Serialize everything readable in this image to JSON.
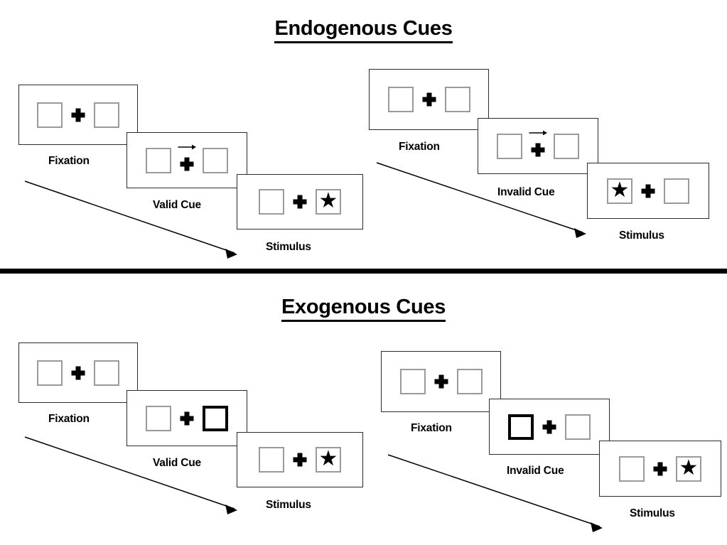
{
  "sections": [
    {
      "id": "endogenous",
      "title": "Endogenous Cues",
      "sequences": [
        {
          "id": "endogenous-valid",
          "steps": [
            {
              "caption": "Fixation",
              "left_box": "empty",
              "right_box": "empty",
              "cue": "none"
            },
            {
              "caption": "Valid Cue",
              "left_box": "empty",
              "right_box": "empty",
              "cue": "arrow-right"
            },
            {
              "caption": "Stimulus",
              "left_box": "empty",
              "right_box": "star",
              "cue": "none"
            }
          ]
        },
        {
          "id": "endogenous-invalid",
          "steps": [
            {
              "caption": "Fixation",
              "left_box": "empty",
              "right_box": "empty",
              "cue": "none"
            },
            {
              "caption": "Invalid Cue",
              "left_box": "empty",
              "right_box": "empty",
              "cue": "arrow-right"
            },
            {
              "caption": "Stimulus",
              "left_box": "star",
              "right_box": "empty",
              "cue": "none"
            }
          ]
        }
      ]
    },
    {
      "id": "exogenous",
      "title": "Exogenous Cues",
      "sequences": [
        {
          "id": "exogenous-valid",
          "steps": [
            {
              "caption": "Fixation",
              "left_box": "empty",
              "right_box": "empty",
              "cue": "none"
            },
            {
              "caption": "Valid Cue",
              "left_box": "empty",
              "right_box": "highlight",
              "cue": "none"
            },
            {
              "caption": "Stimulus",
              "left_box": "empty",
              "right_box": "star",
              "cue": "none"
            }
          ]
        },
        {
          "id": "exogenous-invalid",
          "steps": [
            {
              "caption": "Fixation",
              "left_box": "empty",
              "right_box": "empty",
              "cue": "none"
            },
            {
              "caption": "Invalid Cue",
              "left_box": "highlight",
              "right_box": "empty",
              "cue": "none"
            },
            {
              "caption": "Stimulus",
              "left_box": "empty",
              "right_box": "star",
              "cue": "none"
            }
          ]
        }
      ]
    }
  ],
  "glyphs": {
    "star": "★"
  },
  "colors": {
    "ink": "#000000",
    "panel_border": "#2b2b2b",
    "box_border": "#9a9a9a",
    "cued_box_border": "#000000",
    "background": "#ffffff"
  },
  "divider": {
    "label": "section-divider"
  },
  "flow_arrows": [
    {
      "id": "endogenous-valid-flow"
    },
    {
      "id": "endogenous-invalid-flow"
    },
    {
      "id": "exogenous-valid-flow"
    },
    {
      "id": "exogenous-invalid-flow"
    }
  ]
}
